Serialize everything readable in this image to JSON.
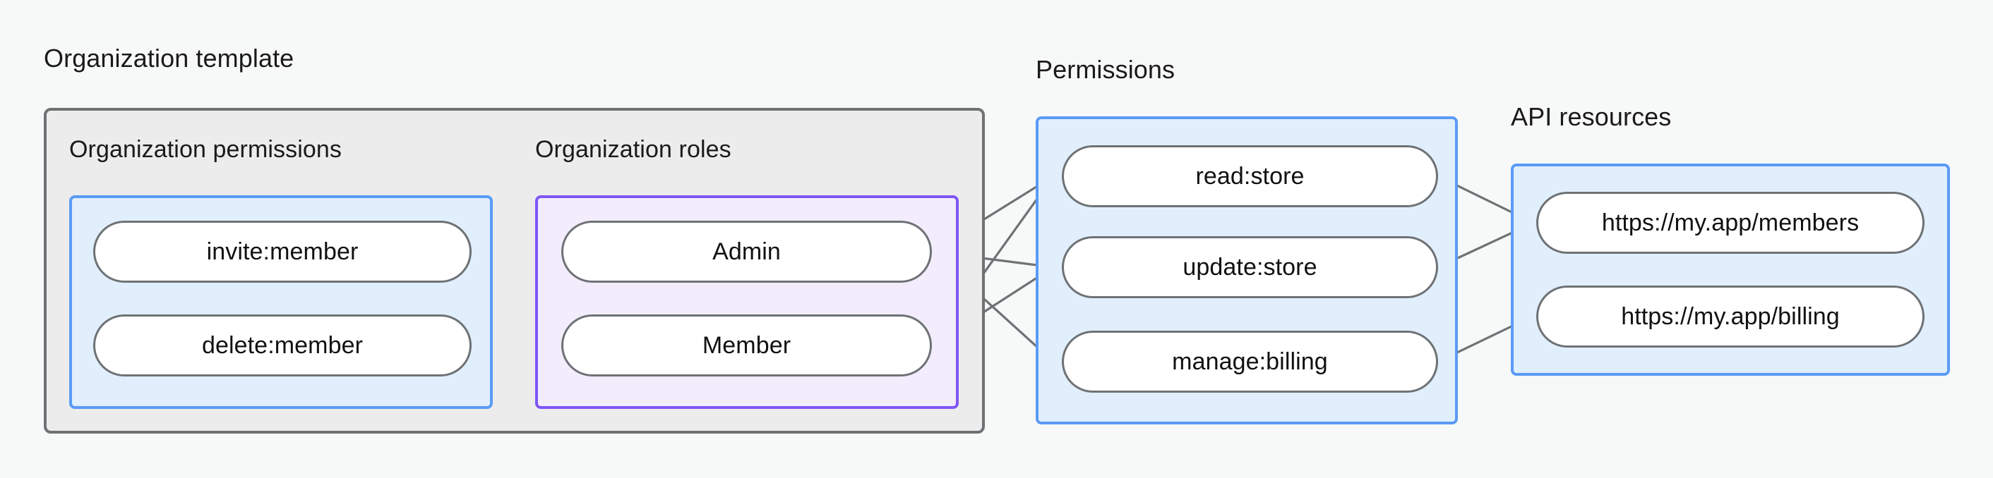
{
  "diagram": {
    "title_org_template": "Organization template",
    "title_permissions": "Permissions",
    "title_api_resources": "API resources",
    "title_org_permissions": "Organization permissions",
    "title_org_roles": "Organization roles",
    "colors": {
      "canvas": "#f7f8f8",
      "outer_fill": "#ececec",
      "outer_stroke": "#6e7275",
      "blue_fill": "#e1effd",
      "blue_stroke": "#5a9bf6",
      "purple_fill": "#f3ecfd",
      "purple_stroke": "#7f56f5",
      "node_fill": "#ffffff",
      "node_stroke": "#6e7275",
      "edge_stroke": "#6e7275",
      "text": "#111111"
    },
    "groups": [
      {
        "name": "organization-permissions",
        "label": "Organization permissions",
        "nodes": [
          {
            "id": "invite-member",
            "label": "invite:member"
          },
          {
            "id": "delete-member",
            "label": "delete:member"
          }
        ]
      },
      {
        "name": "organization-roles",
        "label": "Organization roles",
        "nodes": [
          {
            "id": "admin",
            "label": "Admin"
          },
          {
            "id": "member",
            "label": "Member"
          }
        ]
      },
      {
        "name": "permissions",
        "label": "Permissions",
        "nodes": [
          {
            "id": "read-store",
            "label": "read:store"
          },
          {
            "id": "update-store",
            "label": "update:store"
          },
          {
            "id": "manage-billing",
            "label": "manage:billing"
          }
        ]
      },
      {
        "name": "api-resources",
        "label": "API resources",
        "nodes": [
          {
            "id": "members-url",
            "label": "https://my.app/members"
          },
          {
            "id": "billing-url",
            "label": "https://my.app/billing"
          }
        ]
      }
    ],
    "edges": [
      {
        "from": "invite-member",
        "to": "admin"
      },
      {
        "from": "invite-member",
        "to": "member"
      },
      {
        "from": "delete-member",
        "to": "member"
      },
      {
        "from": "admin",
        "to": "read-store"
      },
      {
        "from": "admin",
        "to": "update-store"
      },
      {
        "from": "admin",
        "to": "manage-billing"
      },
      {
        "from": "member",
        "to": "read-store"
      },
      {
        "from": "member",
        "to": "update-store"
      },
      {
        "from": "read-store",
        "to": "members-url"
      },
      {
        "from": "update-store",
        "to": "members-url"
      },
      {
        "from": "manage-billing",
        "to": "billing-url"
      }
    ],
    "nodes": {
      "invite-member": {
        "label": "invite:member"
      },
      "delete-member": {
        "label": "delete:member"
      },
      "admin": {
        "label": "Admin"
      },
      "member": {
        "label": "Member"
      },
      "read-store": {
        "label": "read:store"
      },
      "update-store": {
        "label": "update:store"
      },
      "manage-billing": {
        "label": "manage:billing"
      },
      "members-url": {
        "label": "https://my.app/members"
      },
      "billing-url": {
        "label": "https://my.app/billing"
      }
    }
  }
}
